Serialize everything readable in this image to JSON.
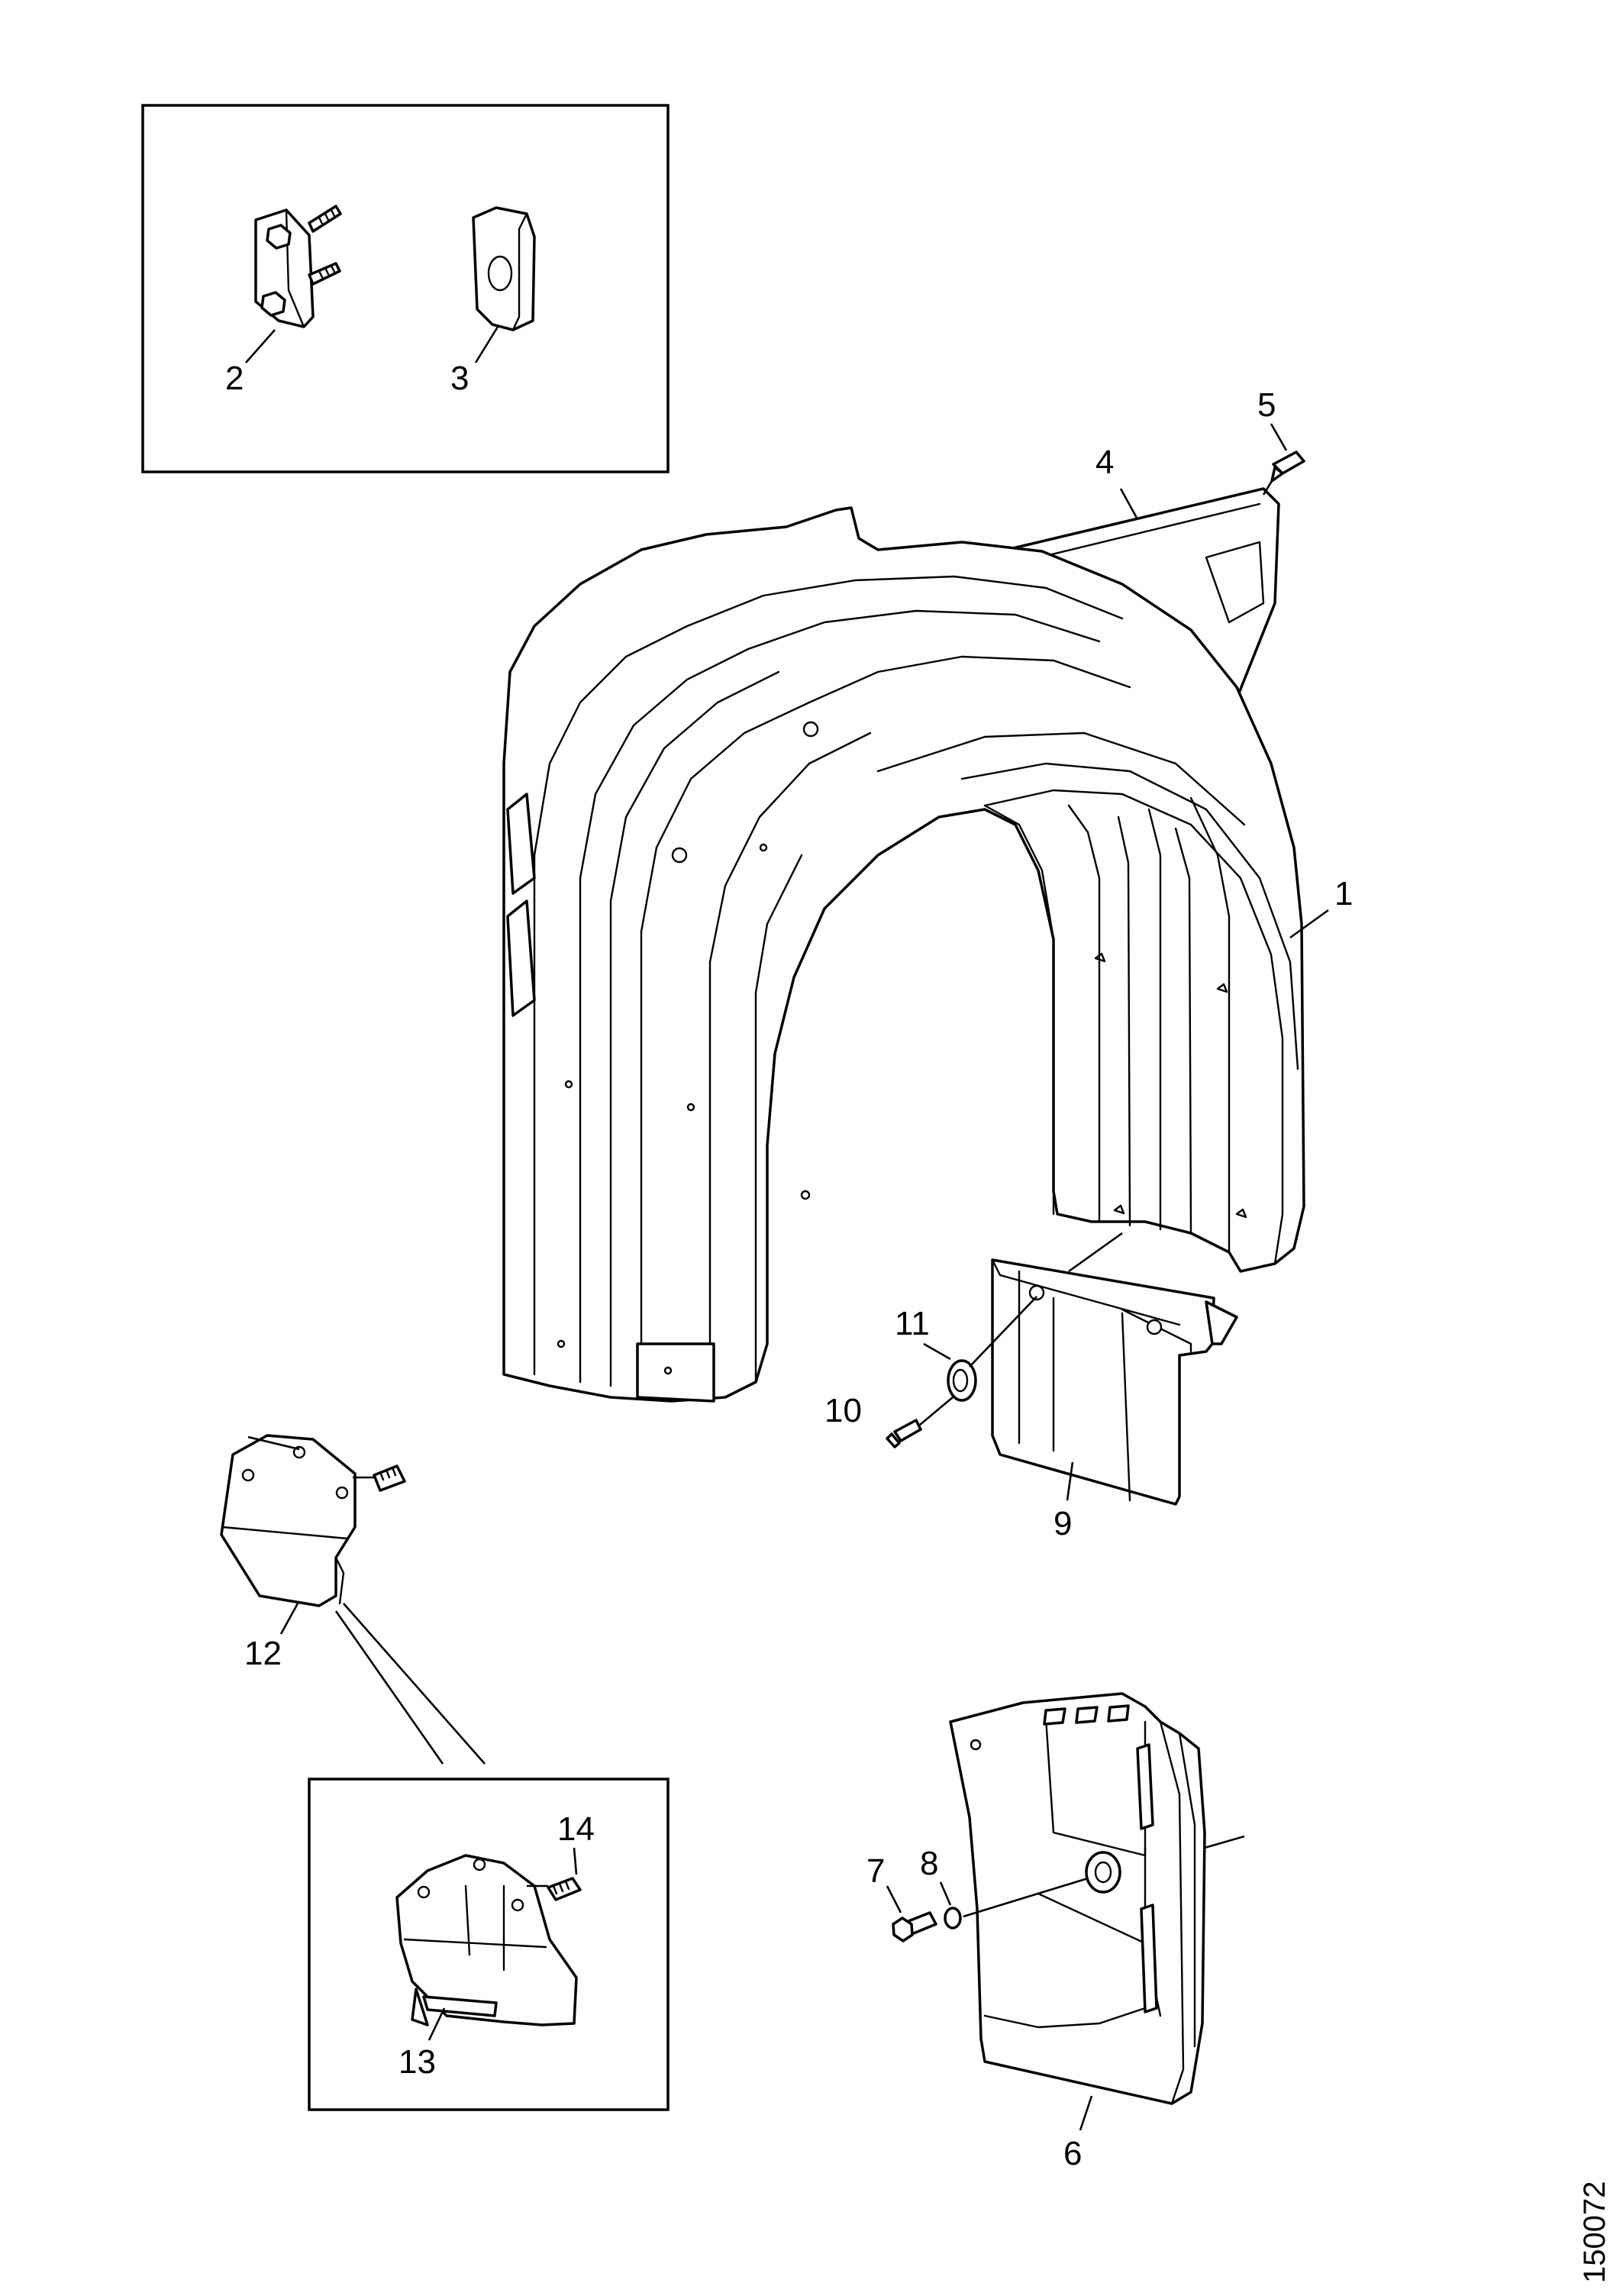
{
  "diagram": {
    "reference_number": "150072",
    "callouts": {
      "p1": "1",
      "p2": "2",
      "p3": "3",
      "p4": "4",
      "p5": "5",
      "p6": "6",
      "p7": "7",
      "p8": "8",
      "p9": "9",
      "p10": "10",
      "p11": "11",
      "p12": "12",
      "p13": "13",
      "p14": "14"
    }
  }
}
